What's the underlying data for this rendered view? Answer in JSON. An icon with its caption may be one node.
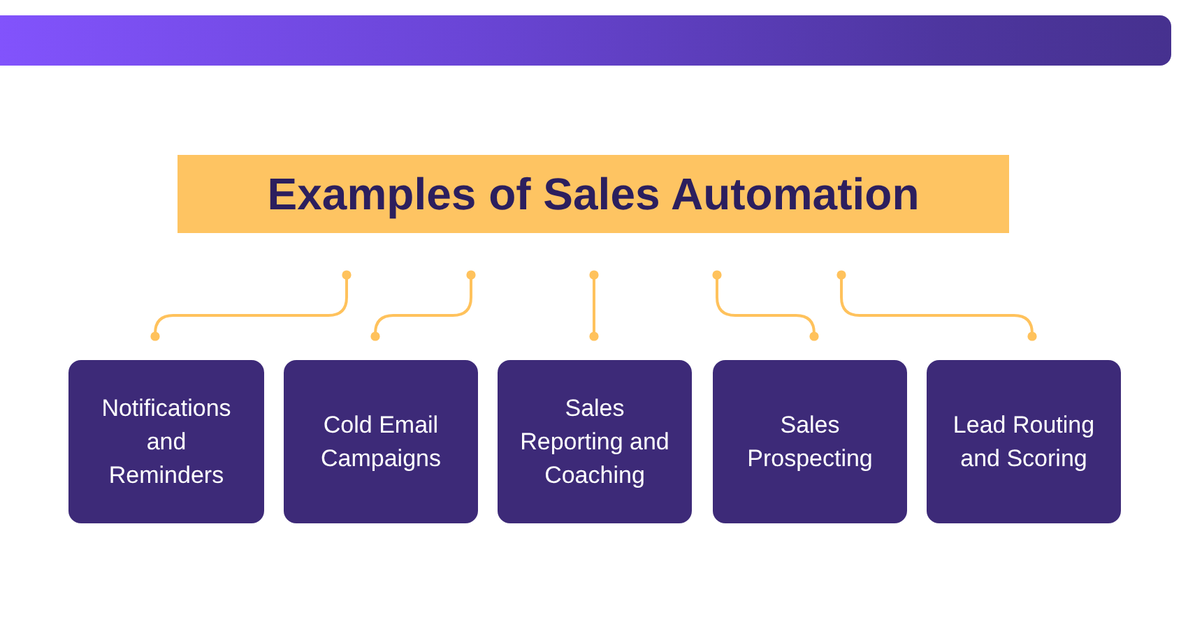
{
  "diagram": {
    "nodes": [
      {
        "text": [
          "Examples of Sales Automation"
        ]
      },
      {
        "text": [
          "Notifications and Reminders"
        ]
      },
      {
        "text": [
          "Cold Email Campaigns"
        ]
      },
      {
        "text": [
          "Sales Reporting and Coaching"
        ]
      },
      {
        "text": [
          "Sales Prospecting"
        ]
      },
      {
        "text": [
          "Lead Routing and Scoring"
        ]
      }
    ],
    "edges": [
      {
        "from": 0,
        "to": 1,
        "arrow": "other"
      },
      {
        "from": 0,
        "to": 2,
        "arrow": "other"
      },
      {
        "from": 0,
        "to": 3,
        "arrow": "other"
      },
      {
        "from": 0,
        "to": 4,
        "arrow": "other"
      },
      {
        "from": 0,
        "to": 5,
        "arrow": "other"
      }
    ]
  }
}
